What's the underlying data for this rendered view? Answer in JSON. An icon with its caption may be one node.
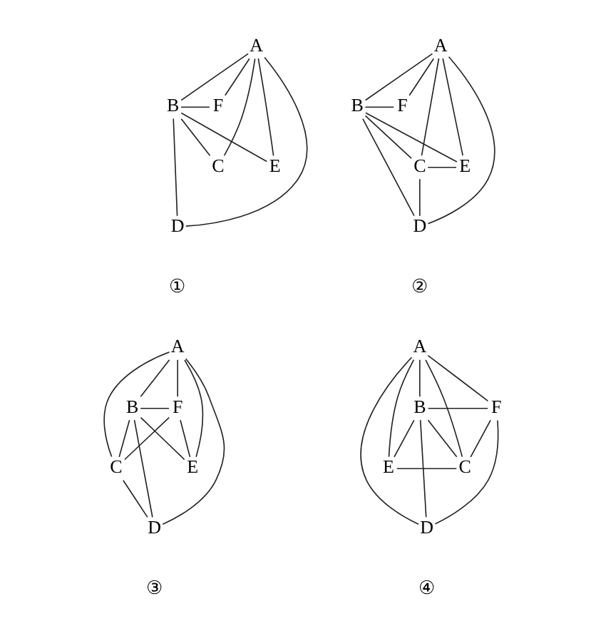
{
  "diagram": {
    "nodes": [
      {
        "text": [
          "A"
        ]
      },
      {
        "text": [
          "B"
        ]
      },
      {
        "text": [
          "F"
        ]
      },
      {
        "text": [
          "C"
        ]
      },
      {
        "text": [
          "E"
        ]
      },
      {
        "text": [
          "D"
        ]
      },
      {
        "text": [
          "A"
        ]
      },
      {
        "text": [
          "B"
        ]
      },
      {
        "text": [
          "F"
        ]
      },
      {
        "text": [
          "C"
        ]
      },
      {
        "text": [
          "E"
        ]
      },
      {
        "text": [
          "D"
        ]
      },
      {
        "text": [
          "A"
        ]
      },
      {
        "text": [
          "B"
        ]
      },
      {
        "text": [
          "F"
        ]
      },
      {
        "text": [
          "C"
        ]
      },
      {
        "text": [
          "E"
        ]
      },
      {
        "text": [
          "D"
        ]
      },
      {
        "text": [
          "A"
        ]
      },
      {
        "text": [
          "B"
        ]
      },
      {
        "text": [
          "F"
        ]
      },
      {
        "text": [
          "C"
        ]
      },
      {
        "text": [
          "E"
        ]
      },
      {
        "text": [
          "D"
        ]
      }
    ],
    "edges": [
      {
        "from": 0,
        "to": 1,
        "arrow": "none"
      },
      {
        "from": 0,
        "to": 2,
        "arrow": "none"
      },
      {
        "from": 0,
        "to": 3,
        "arrow": "none"
      },
      {
        "from": 0,
        "to": 5,
        "arrow": "none"
      },
      {
        "from": 0,
        "to": 4,
        "arrow": "none"
      },
      {
        "from": 1,
        "to": 2,
        "arrow": "none"
      },
      {
        "from": 1,
        "to": 3,
        "arrow": "none"
      },
      {
        "from": 1,
        "to": 4,
        "arrow": "none"
      },
      {
        "from": 1,
        "to": 5,
        "arrow": "none"
      },
      {
        "from": 6,
        "to": 7,
        "arrow": "none"
      },
      {
        "from": 6,
        "to": 8,
        "arrow": "none"
      },
      {
        "from": 6,
        "to": 9,
        "arrow": "none"
      },
      {
        "from": 6,
        "to": 11,
        "arrow": "none"
      },
      {
        "from": 6,
        "to": 10,
        "arrow": "none"
      },
      {
        "from": 7,
        "to": 8,
        "arrow": "none"
      },
      {
        "from": 7,
        "to": 9,
        "arrow": "none"
      },
      {
        "from": 7,
        "to": 10,
        "arrow": "none"
      },
      {
        "from": 7,
        "to": 11,
        "arrow": "none"
      },
      {
        "from": 9,
        "to": 10,
        "arrow": "none"
      },
      {
        "from": 9,
        "to": 11,
        "arrow": "none"
      },
      {
        "from": 12,
        "to": 13,
        "arrow": "none"
      },
      {
        "from": 12,
        "to": 14,
        "arrow": "none"
      },
      {
        "from": 12,
        "to": 15,
        "arrow": "none"
      },
      {
        "from": 12,
        "to": 17,
        "arrow": "none"
      },
      {
        "from": 12,
        "to": 16,
        "arrow": "none"
      },
      {
        "from": 13,
        "to": 14,
        "arrow": "none"
      },
      {
        "from": 13,
        "to": 15,
        "arrow": "none"
      },
      {
        "from": 13,
        "to": 16,
        "arrow": "none"
      },
      {
        "from": 13,
        "to": 17,
        "arrow": "none"
      },
      {
        "from": 15,
        "to": 14,
        "arrow": "none"
      },
      {
        "from": 15,
        "to": 17,
        "arrow": "none"
      },
      {
        "from": 14,
        "to": 16,
        "arrow": "none"
      },
      {
        "from": 18,
        "to": 19,
        "arrow": "none"
      },
      {
        "from": 18,
        "to": 20,
        "arrow": "none"
      },
      {
        "from": 18,
        "to": 21,
        "arrow": "none"
      },
      {
        "from": 18,
        "to": 23,
        "arrow": "none"
      },
      {
        "from": 18,
        "to": 22,
        "arrow": "none"
      },
      {
        "from": 19,
        "to": 20,
        "arrow": "none"
      },
      {
        "from": 19,
        "to": 21,
        "arrow": "none"
      },
      {
        "from": 19,
        "to": 22,
        "arrow": "none"
      },
      {
        "from": 19,
        "to": 23,
        "arrow": "none"
      },
      {
        "from": 21,
        "to": 20,
        "arrow": "none"
      },
      {
        "from": 21,
        "to": 22,
        "arrow": "none"
      },
      {
        "from": 20,
        "to": 23,
        "arrow": "none"
      }
    ],
    "labels": [
      "①",
      "②",
      "③",
      "④"
    ]
  }
}
